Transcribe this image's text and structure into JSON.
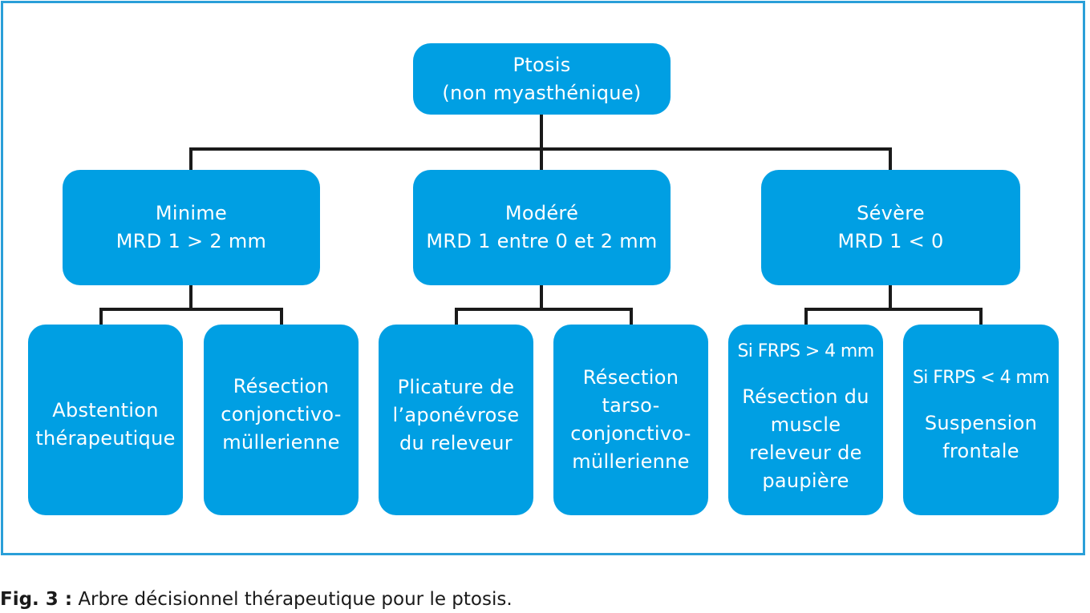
{
  "root": {
    "line1": "Ptosis",
    "line2": "(non myasthénique)"
  },
  "levels": [
    {
      "line1": "Minime",
      "line2": "MRD 1 > 2 mm"
    },
    {
      "line1": "Modéré",
      "line2": "MRD 1 entre 0 et 2 mm"
    },
    {
      "line1": "Sévère",
      "line2": "MRD 1 < 0"
    }
  ],
  "treatments": [
    {
      "lines": [
        "Abstention",
        "thérapeutique"
      ]
    },
    {
      "lines": [
        "Résection",
        "conjonctivo-",
        "müllerienne"
      ]
    },
    {
      "lines": [
        "Plicature de",
        "l’aponévrose",
        "du releveur"
      ]
    },
    {
      "lines": [
        "Résection",
        "tarso-",
        "conjonctivo-",
        "müllerienne"
      ]
    },
    {
      "condition": "Si FRPS > 4 mm",
      "lines": [
        "Résection du",
        "muscle",
        "releveur de",
        "paupière"
      ]
    },
    {
      "condition": "Si FRPS < 4 mm",
      "lines": [
        "Suspension",
        "frontale"
      ]
    }
  ],
  "caption": {
    "label": "Fig. 3 :",
    "text": " Arbre décisionnel thérapeutique pour le ptosis."
  },
  "colors": {
    "box": "#009fe3",
    "frame": "#2a9fd8",
    "connector": "#1a1a1a"
  }
}
